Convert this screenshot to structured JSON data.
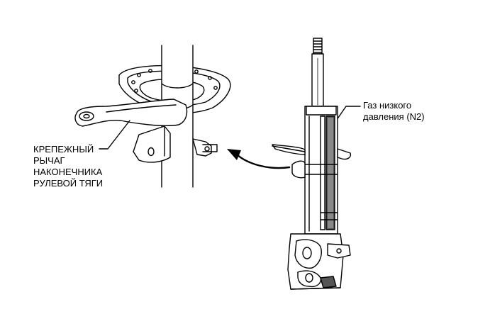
{
  "labels": {
    "steering_arm": {
      "lines": [
        "КРЕПЕЖНЫЙ",
        "РЫЧАГ",
        "НАКОНЕЧНИКА",
        "РУЛЕВОЙ ТЯГИ"
      ]
    },
    "gas": {
      "lines": [
        "Газ низкого",
        "давления (N2)"
      ]
    }
  },
  "colors": {
    "line": "#000000",
    "background": "#ffffff",
    "fill_light": "#ffffff",
    "fill_dark": "#555555"
  }
}
